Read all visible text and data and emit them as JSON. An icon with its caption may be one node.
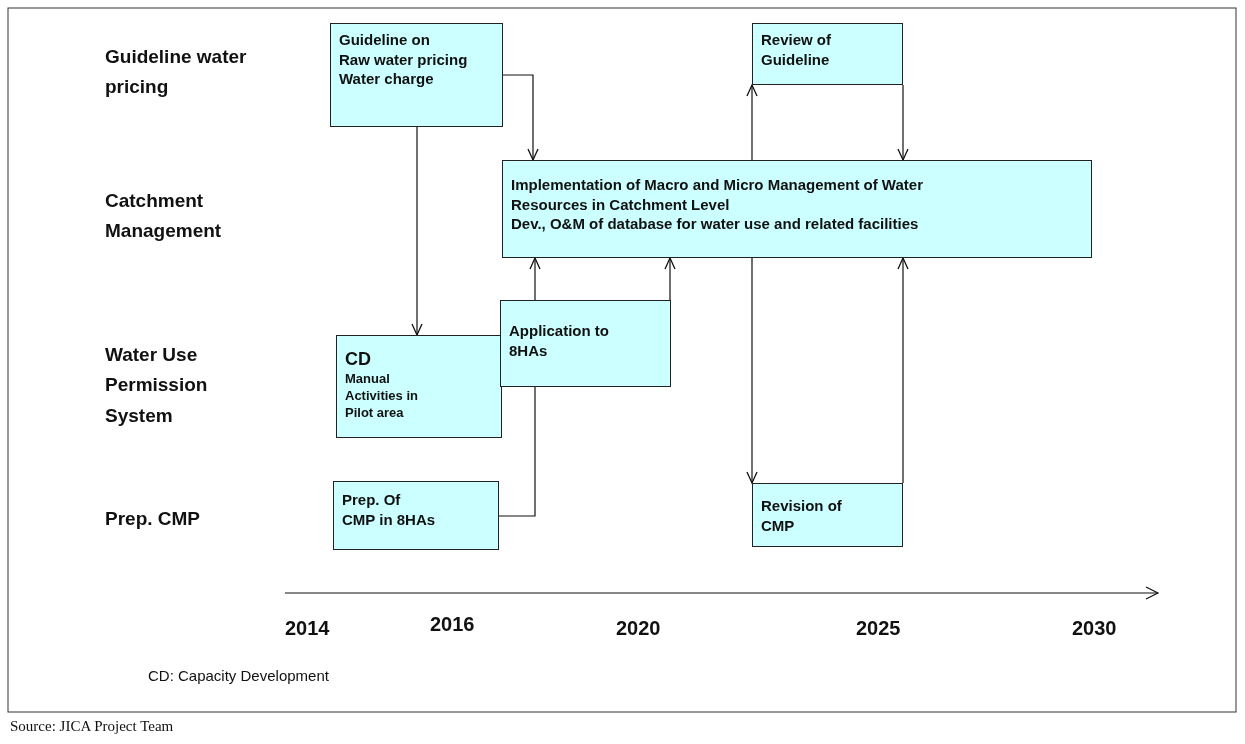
{
  "diagram": {
    "caption": "Source: JICA Project Team",
    "nodes": [
      {
        "text": [
          "Guideline on",
          "Raw water pricing",
          "Water charge"
        ]
      },
      {
        "text": [
          "Review of Guideline"
        ]
      },
      {
        "text": [
          "Implementation of Macro and Micro Management of Water Resources in Catchment Level",
          "Dev., O&M of database for water use and related facilities"
        ]
      },
      {
        "text": [
          "CD",
          "Manual Activities in Pilot area"
        ]
      },
      {
        "text": [
          "Application to 8HAs"
        ]
      },
      {
        "text": [
          "Prep. Of CMP in 8HAs"
        ]
      },
      {
        "text": [
          "Revision of CMP"
        ]
      }
    ],
    "edges": [
      {
        "from": 0,
        "to": 2,
        "arrow": "to"
      },
      {
        "from": 0,
        "to": 3,
        "arrow": "to"
      },
      {
        "from": 2,
        "to": 1,
        "arrow": "to"
      },
      {
        "from": 1,
        "to": 2,
        "arrow": "to"
      },
      {
        "from": 4,
        "to": 2,
        "arrow": "to"
      },
      {
        "from": 4,
        "to": 2,
        "arrow": "to"
      },
      {
        "from": 5,
        "to": 4,
        "arrow": "none"
      },
      {
        "from": 2,
        "to": 6,
        "arrow": "to"
      },
      {
        "from": 6,
        "to": 2,
        "arrow": "to"
      }
    ],
    "labels": [
      "Guideline water pricing",
      "Catchment Management",
      "Water Use Permission System",
      "Prep. CMP",
      "2014",
      "2016",
      "2020",
      "2025",
      "2030",
      "CD: Capacity Development"
    ]
  }
}
